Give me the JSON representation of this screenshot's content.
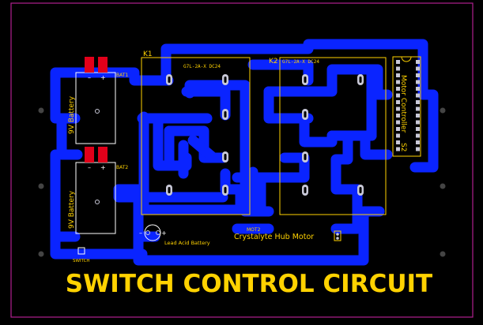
{
  "colors": {
    "background": "#000000",
    "board_outline": "#b0208f",
    "copper": "#0a24ff",
    "silkscreen": "#ffd200",
    "pad": "#c9c9d8",
    "battery_terminal": "#e2001a"
  },
  "title": "SWITCH CONTROL CIRCUIT",
  "relays": [
    {
      "ref": "K1",
      "part": "G7L-2A-X DC24"
    },
    {
      "ref": "K2",
      "part": "G7L-2A-X DC24"
    }
  ],
  "batteries": [
    {
      "ref": "BAT1",
      "label": "9V Battery",
      "neg": "–",
      "pos": "+"
    },
    {
      "ref": "BAT2",
      "label": "9V Battery",
      "neg": "–",
      "pos": "+"
    }
  ],
  "motor_controller": {
    "label": "Motor Controller",
    "ref": "S2"
  },
  "motor": {
    "ref": "MOT2",
    "label": "Crystalyte Hub Motor"
  },
  "lead_acid": {
    "label": "Lead Acid Battery",
    "neg": "–",
    "pos": "+"
  },
  "switch": {
    "label": "SWITCH"
  }
}
